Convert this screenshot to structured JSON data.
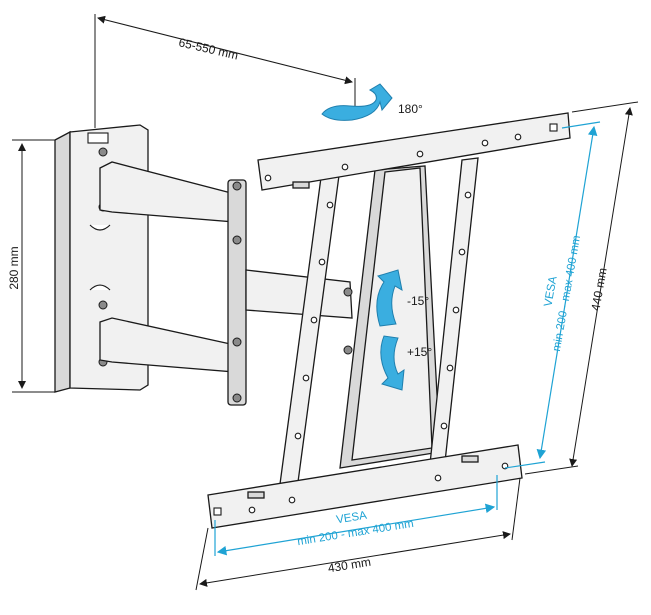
{
  "labels": {
    "arm_extension": "65-550 mm",
    "swivel": "180°",
    "wall_plate_height": "280 mm",
    "tilt_up": "-15°",
    "tilt_down": "+15°",
    "vesa_v_title": "VESA",
    "vesa_v_range": "min 200 - max 400 mm",
    "vesa_h_title": "VESA",
    "vesa_h_range": "min 200 - max 400 mm",
    "plate_height": "440 mm",
    "plate_width": "430 mm"
  },
  "colors": {
    "vesa_accent": "#1fa3d4",
    "arrow_blue": "#3aaee0",
    "line": "#1a1a1a"
  },
  "icons": {
    "swivel_arrow": "rotate-180-arrow",
    "tilt_arrows": "tilt-up-down-arrows"
  }
}
